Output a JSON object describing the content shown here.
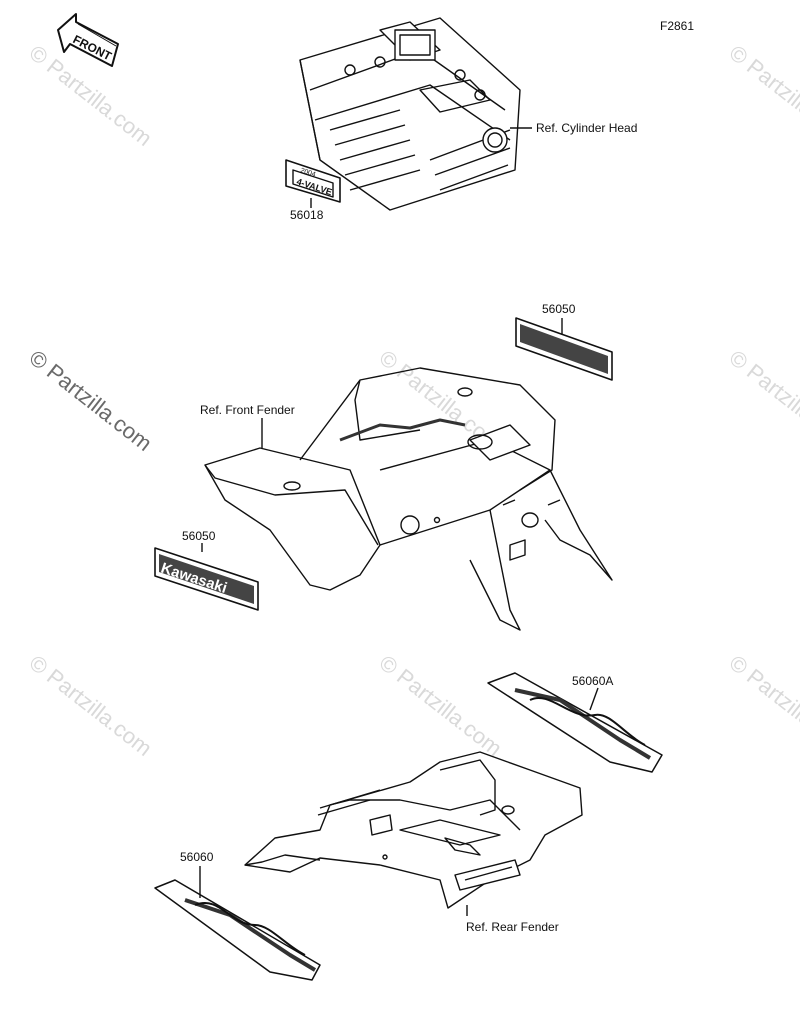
{
  "diagram": {
    "figure_code": "F2861",
    "front_arrow_label": "FRONT",
    "decal_text_engine": "4-VALVE",
    "decal_text_engine_top": "2004",
    "brand_text": "Kawasaki",
    "callouts": {
      "ref_cylinder_head": "Ref. Cylinder Head",
      "part_56018": "56018",
      "part_56050_top": "56050",
      "ref_front_fender": "Ref. Front Fender",
      "part_56050_left": "56050",
      "part_56060a": "56060A",
      "part_56060": "56060",
      "ref_rear_fender": "Ref. Rear Fender"
    },
    "watermarks": [
      "© Partzilla.com",
      "© Partzilla.com",
      "© Partzilla.com",
      "© Partzilla.com",
      "© Partzilla.com",
      "© Partzilla.com",
      "© Partzilla.com",
      "© Partzilla.com",
      "© Partzilla.com"
    ]
  }
}
